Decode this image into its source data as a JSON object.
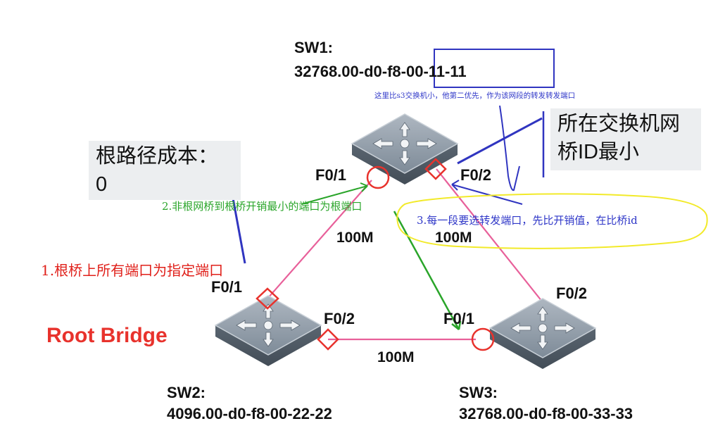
{
  "switches": {
    "sw1": {
      "name": "SW1:",
      "bridge_id": "32768.00-d0-f8-00-11-11"
    },
    "sw2": {
      "name": "SW2:",
      "bridge_id": "4096.00-d0-f8-00-22-22"
    },
    "sw3": {
      "name": "SW3:",
      "bridge_id": "32768.00-d0-f8-00-33-33"
    }
  },
  "ports": {
    "sw1_left": "F0/1",
    "sw1_right": "F0/2",
    "sw2_top": "F0/1",
    "sw2_right": "F0/2",
    "sw3_left": "F0/1",
    "sw3_top": "F0/2"
  },
  "links": {
    "sw1_sw2": "100M",
    "sw1_sw3": "100M",
    "sw2_sw3": "100M"
  },
  "root_bridge_label": "Root Bridge",
  "callouts": {
    "root_path_cost_line1": "根路径成本：",
    "root_path_cost_line2": "0",
    "lowest_bridge_id_line1": "所在交换机网",
    "lowest_bridge_id_line2": "桥ID最小"
  },
  "notes": {
    "note1": "1.根桥上所有端口为指定端口",
    "note2": "2.非根网桥到根桥开销最小的端口为根端口",
    "note3": "3.每一段要选转发端口，先比开销值，在比桥id",
    "note_top": "这里比s3交换机小，他第二优先，作为该网段的转发转发端口"
  },
  "colors": {
    "link": "#e8609a",
    "root_bridge": "#e8322c",
    "annotation_red": "#e01f1f",
    "annotation_blue": "#3035c0",
    "annotation_green": "#2aa52a",
    "highlight_yellow": "#f2ea2a"
  },
  "icons": {
    "switch": "layer3-switch-icon",
    "root_port_marker": "circle",
    "designated_port_marker": "diamond"
  }
}
